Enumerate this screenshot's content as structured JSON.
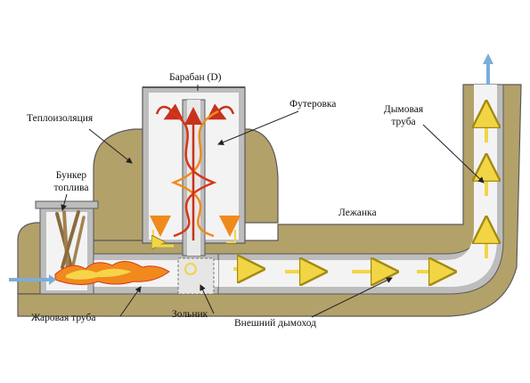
{
  "diagram": {
    "labels": {
      "drum": "Барабан (D)",
      "lining": "Футеровка",
      "insulation": "Теплоизоляция",
      "bunker_line1": "Бункер",
      "bunker_line2": "топлива",
      "smoke_pipe_line1": "Дымовая",
      "smoke_pipe_line2": "труба",
      "bench": "Лежанка",
      "fire_tube": "Жаровая труба",
      "ash_pit": "Зольник",
      "outer_flue": "Внешний дымоход"
    },
    "colors": {
      "insulation": "#b3a16a",
      "structure_outline": "#5a5a5a",
      "wall_gray": "#bdbdbd",
      "channel": "#f3f3f3",
      "flame_orange": "#f08a1c",
      "flame_red": "#d9341a",
      "flame_yellow": "#f7d44a",
      "hot_arrow_red": "#c8321d",
      "warm_arrow_yellow": "#f2d545",
      "cold_air_blue": "#7aaed8",
      "exhaust_blue": "#7aaed8"
    },
    "icons": [
      "fuel-logs-icon",
      "flame-icon",
      "air-inlet-arrow-icon",
      "exhaust-arrow-icon",
      "swirl-arrow-icon"
    ]
  }
}
